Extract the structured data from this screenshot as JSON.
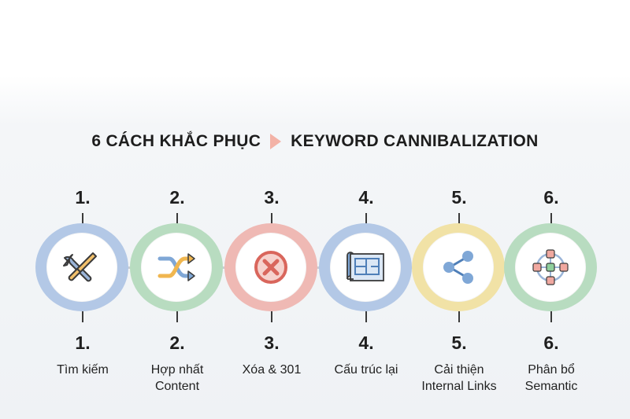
{
  "title": {
    "part1": "6 CÁCH KHẮC PHỤC",
    "part2": "KEYWORD CANNIBALIZATION"
  },
  "steps": [
    {
      "number": "1.",
      "label_line1": "Tìm kiếm",
      "label_line2": "",
      "icon": "tools-icon",
      "ring_color": "#b3c8e6"
    },
    {
      "number": "2.",
      "label_line1": "Hợp nhất",
      "label_line2": "Content",
      "icon": "merge-arrows-icon",
      "ring_color": "#b8dcc0"
    },
    {
      "number": "3.",
      "label_line1": "Xóa & 301",
      "label_line2": "",
      "icon": "delete-x-icon",
      "ring_color": "#efb9b4"
    },
    {
      "number": "4.",
      "label_line1": "Cấu trúc lại",
      "label_line2": "",
      "icon": "blueprint-icon",
      "ring_color": "#b3c8e6"
    },
    {
      "number": "5.",
      "label_line1": "Cải thiện",
      "label_line2": "Internal Links",
      "icon": "share-nodes-icon",
      "ring_color": "#f1e2a6"
    },
    {
      "number": "6.",
      "label_line1": "Phân bổ",
      "label_line2": "Semantic",
      "icon": "network-nodes-icon",
      "ring_color": "#b8dcc0"
    }
  ]
}
